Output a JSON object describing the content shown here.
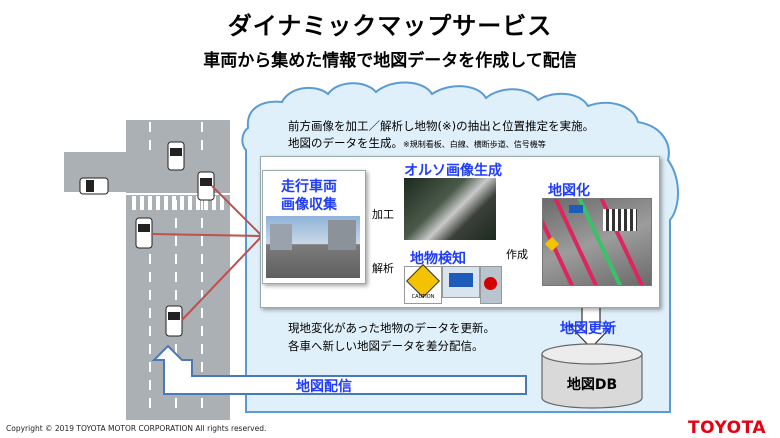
{
  "header": {
    "title": "ダイナミックマップサービス",
    "subtitle": "車両から集めた情報で地図データを作成して配信"
  },
  "cloud": {
    "description_line1": "前方画像を加工／解析し地物(※)の抽出と位置推定を実施。",
    "description_line2": "地図のデータを生成。",
    "description_note": "※規制看板、白線、横断歩道、信号機等",
    "update_line1": "現地変化があった地物のデータを更新。",
    "update_line2": "各車へ新しい地図データを差分配信。"
  },
  "collection": {
    "label_line1": "走行車両",
    "label_line2": "画像収集"
  },
  "arrows": {
    "process": "加工",
    "analysis": "解析",
    "create": "作成"
  },
  "ortho": {
    "label": "オルソ画像生成"
  },
  "detection": {
    "label": "地物検知",
    "sign_caption": "CAUTION"
  },
  "mapgen": {
    "label": "地図化"
  },
  "db": {
    "update_label": "地図更新",
    "name": "地図DB"
  },
  "distribution": {
    "label": "地図配信"
  },
  "footer": {
    "copyright": "Copyright ©  2019 TOYOTA MOTOR CORPORATION All rights reserved.",
    "logo": "TOYOTA"
  },
  "colors": {
    "accent_blue": "#1f3cff",
    "cloud_fill": "#dff0fa",
    "cloud_stroke": "#5b9bd5",
    "red_line": "#c0504d",
    "logo_red": "#e60012"
  }
}
